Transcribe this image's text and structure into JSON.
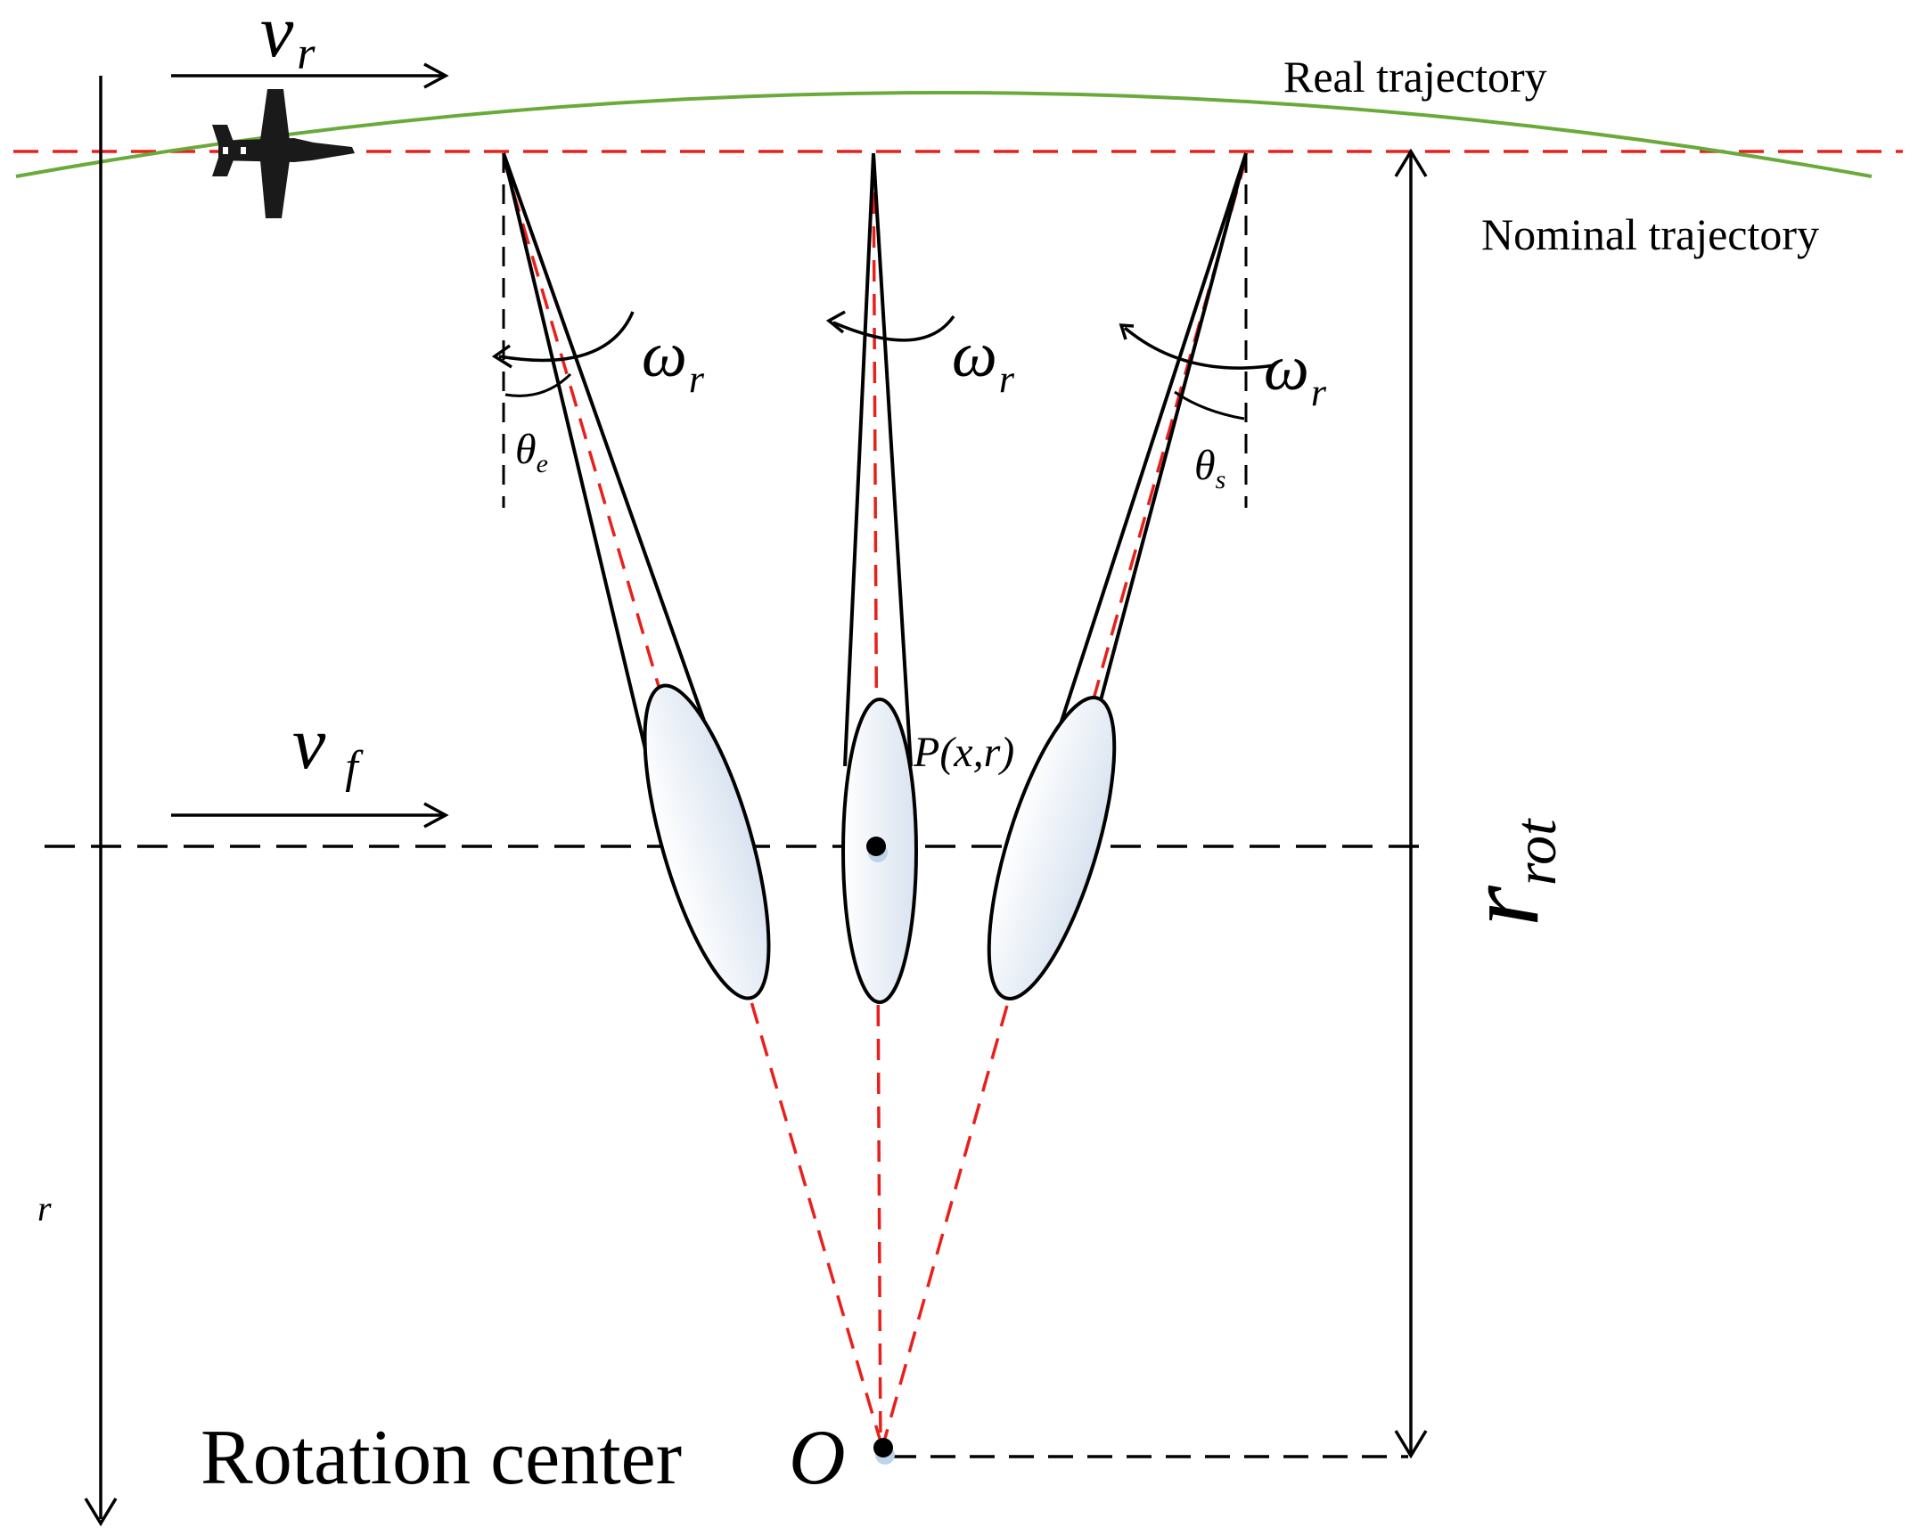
{
  "labels": {
    "real_trajectory": "Real trajectory",
    "nominal_trajectory": "Nominal trajectory",
    "v_r": {
      "base": "v",
      "sub": "r"
    },
    "v_f": {
      "base": "v",
      "sub": "f"
    },
    "omega_left": {
      "base": "ω",
      "sub": "r"
    },
    "omega_mid": {
      "base": "ω",
      "sub": "r"
    },
    "omega_right": {
      "base": "ω",
      "sub": "r"
    },
    "theta_e": {
      "base": "θ",
      "sub": "e"
    },
    "theta_s": {
      "base": "θ",
      "sub": "s"
    },
    "point_p": "P(x,r)",
    "r_axis": "r",
    "r_rot": {
      "base": "r",
      "sub": "rot"
    },
    "rotation_center": "Rotation center",
    "origin": "O"
  },
  "icons": {
    "aircraft": "airplane-icon"
  },
  "colors": {
    "real_trajectory": "#6aaa3a",
    "nominal_trajectory": "#e8201c",
    "ray": "#e8201c",
    "blade_fill": "#e8eef6",
    "ink": "#000000"
  }
}
